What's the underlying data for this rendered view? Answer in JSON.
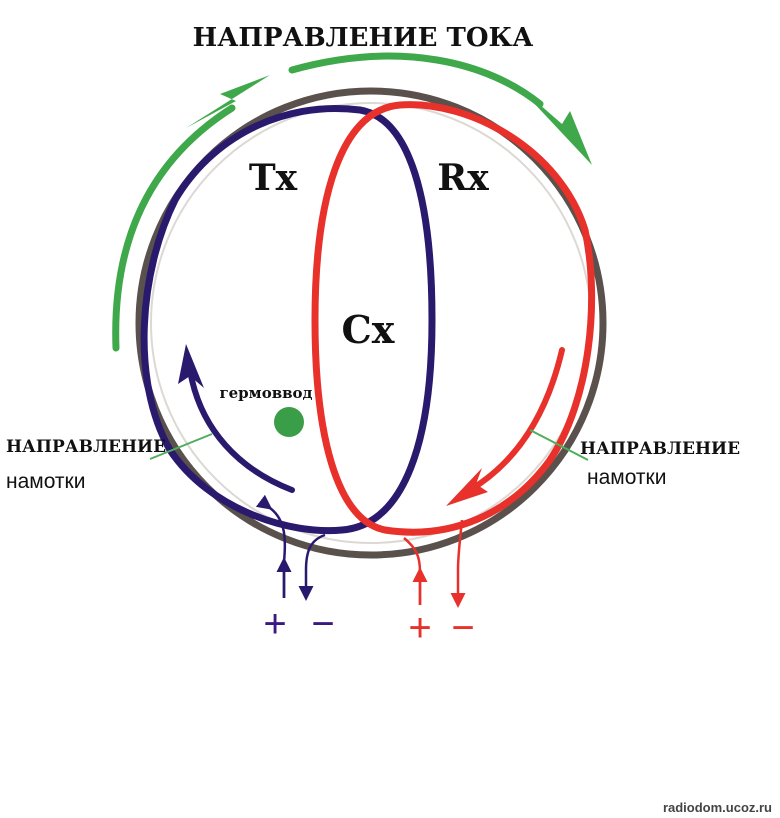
{
  "title": "НАПРАВЛЕНИЕ ТОКА",
  "coils": {
    "tx": {
      "label": "Tx"
    },
    "rx": {
      "label": "Rx"
    },
    "cx": {
      "label": "Cx"
    }
  },
  "feedthrough": {
    "label": "гермоввод"
  },
  "winding_left": {
    "line1": "НАПРАВЛЕНИЕ",
    "line2": "намотки"
  },
  "winding_right": {
    "line1": "НАПРАВЛЕНИЕ",
    "line2": "намотки"
  },
  "terminals": {
    "tx_plus": "+",
    "tx_minus": "−",
    "rx_plus": "+",
    "rx_minus": "−"
  },
  "watermark": "radiodom.ucoz.ru",
  "colors": {
    "tx": "#2a1a6e",
    "rx": "#e8312a",
    "housing": "#5a514d",
    "current_arrow": "#3fa84a",
    "feedthrough": "#3a9e48",
    "pointer": "#4fae5a"
  }
}
